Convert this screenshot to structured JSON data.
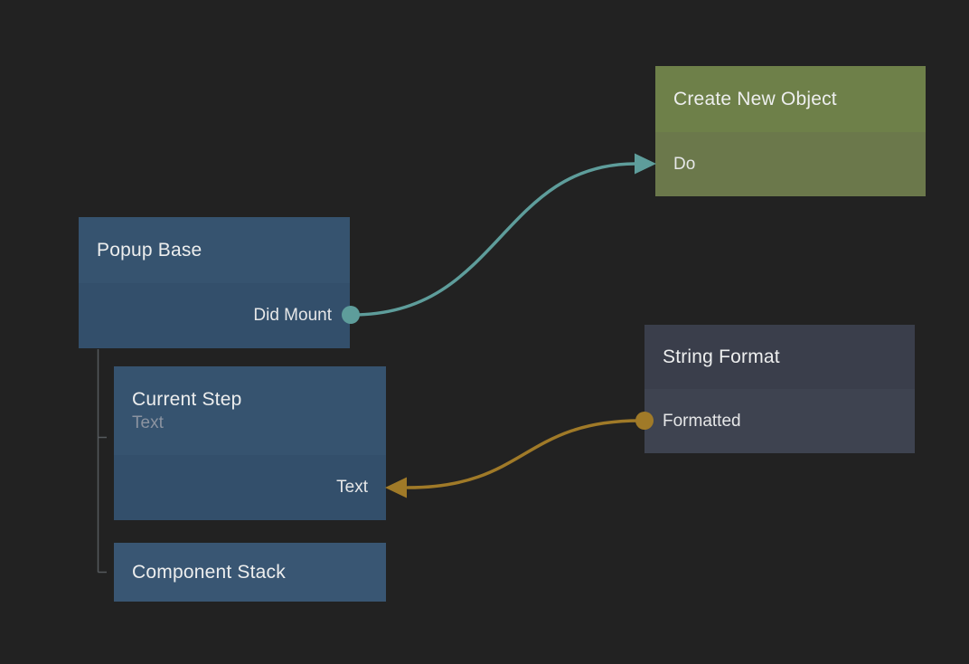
{
  "canvas": {
    "background": "#222222",
    "hierarchy_line_color": "#55595d"
  },
  "nodes": {
    "create_new_object": {
      "title": "Create New Object",
      "header_color": "#6e8049",
      "body_color": "#6b784b",
      "ports": {
        "do": {
          "label": "Do",
          "type": "input"
        }
      }
    },
    "popup_base": {
      "title": "Popup Base",
      "header_color": "#36536f",
      "body_color": "#334f6b",
      "ports": {
        "did_mount": {
          "label": "Did Mount",
          "type": "output"
        }
      }
    },
    "string_format": {
      "title": "String Format",
      "header_color": "#3a3e4b",
      "body_color": "#3e4350",
      "ports": {
        "formatted": {
          "label": "Formatted",
          "type": "output"
        }
      }
    },
    "current_step": {
      "title": "Current Step",
      "subtitle": "Text",
      "header_color": "#36536f",
      "body_color": "#334f6b",
      "ports": {
        "text": {
          "label": "Text",
          "type": "input"
        }
      }
    },
    "component_stack": {
      "title": "Component Stack",
      "header_color": "#395673"
    }
  },
  "connections": [
    {
      "from": "Popup Base / Did Mount",
      "to": "Create New Object / Do",
      "color": "#5e9d9b"
    },
    {
      "from": "String Format / Formatted",
      "to": "Current Step / Text",
      "color": "#a07a28"
    }
  ]
}
